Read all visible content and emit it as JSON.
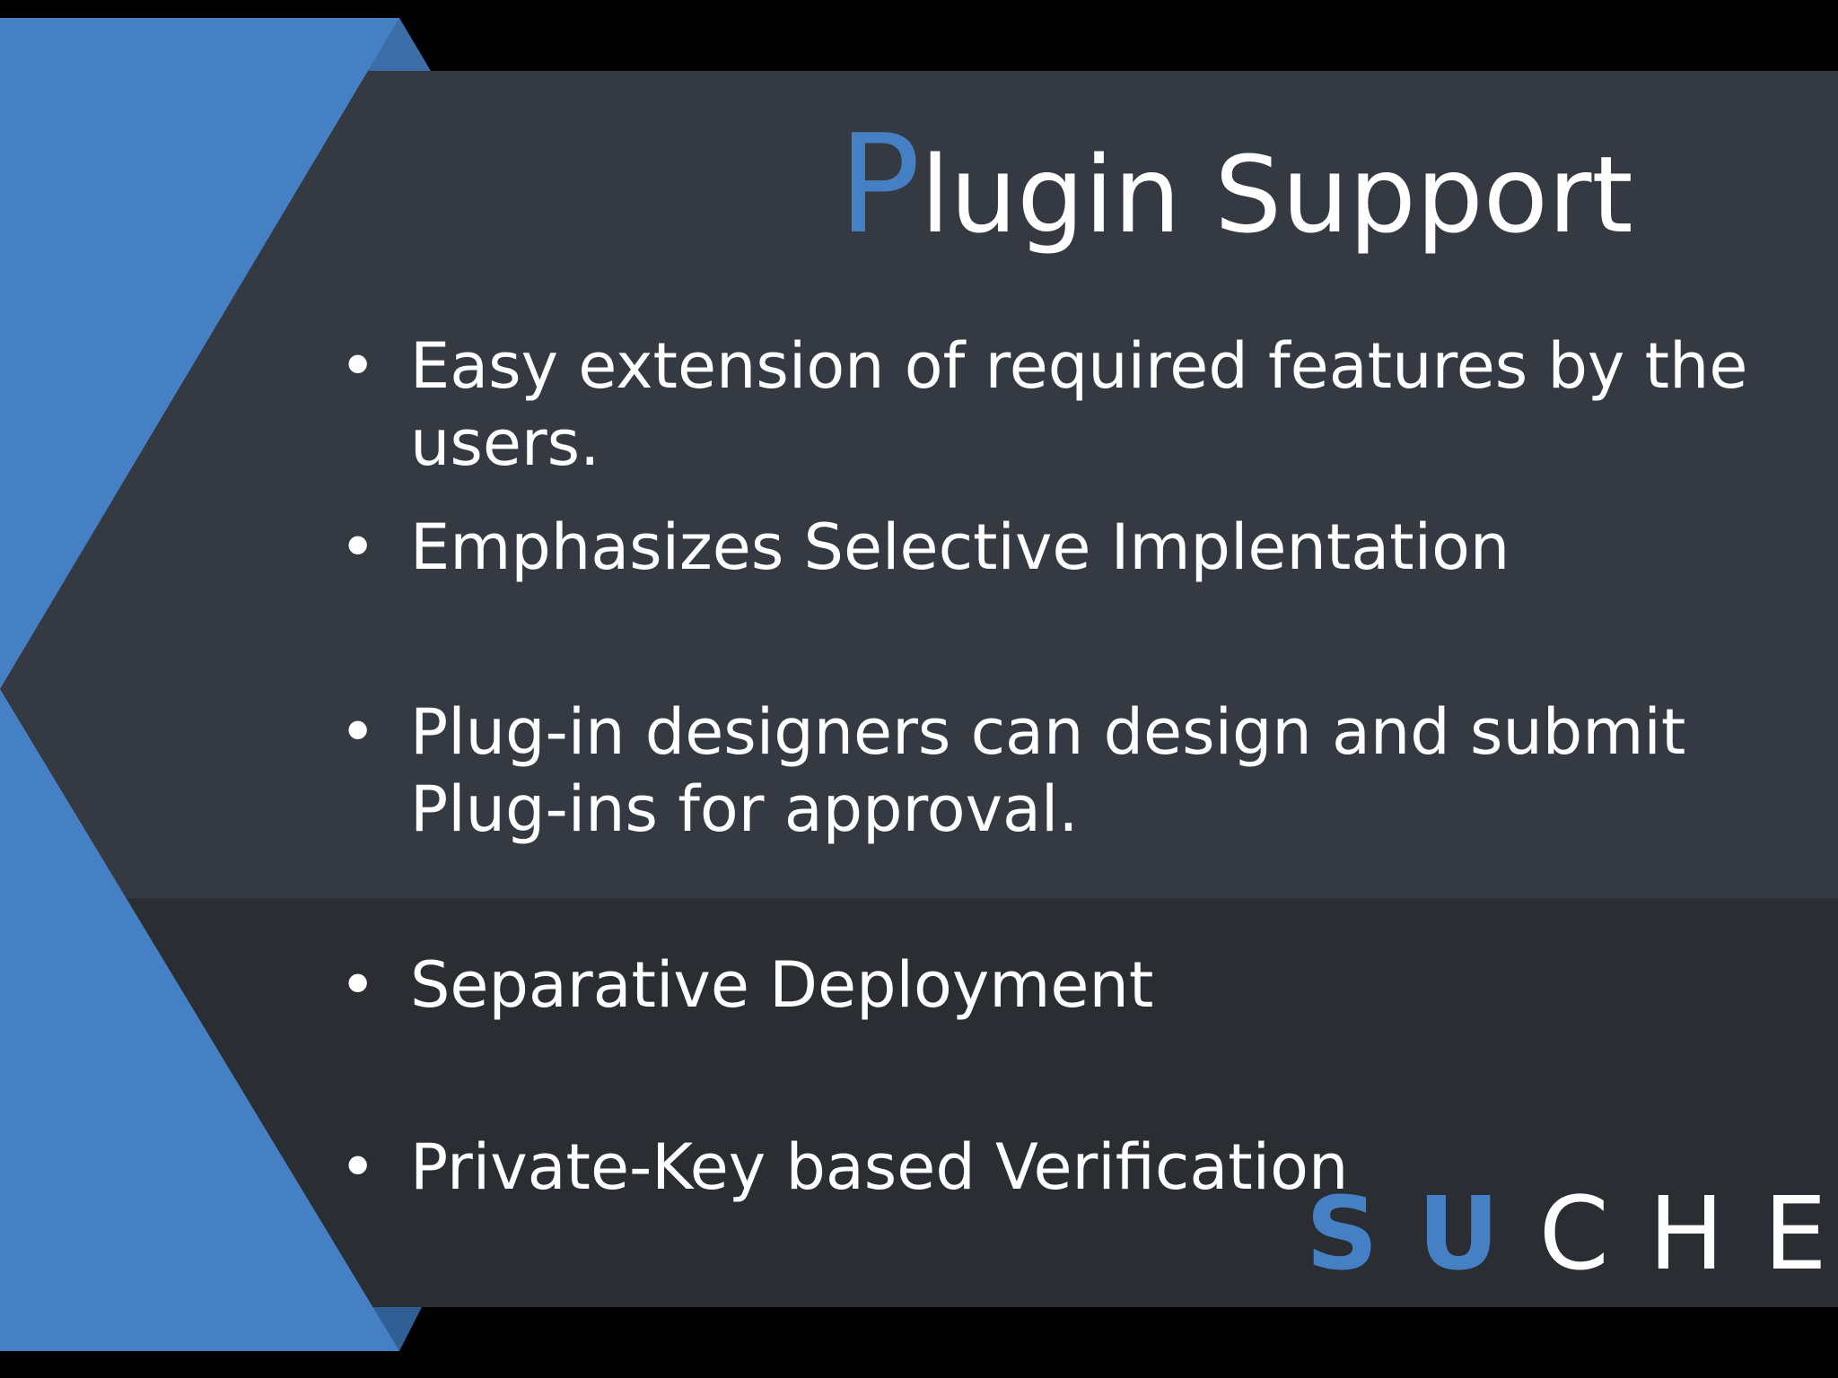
{
  "slide": {
    "title_initial": "P",
    "title_rest": "lugin Support",
    "bullet_symbol": "•",
    "bullets": [
      "Easy extension of required features by the users.",
      "Emphasizes Selective Implentation",
      "Plug-in designers can design and submit Plug-ins for approval.",
      "Separative Deployment",
      "Private-Key based Verification"
    ],
    "logo": {
      "highlight": "SU",
      "rest": "CHE"
    }
  },
  "colors": {
    "accent": "#4680c4",
    "panel_upper": "#353942",
    "panel_lower": "#2a2d32",
    "frame": "#000000",
    "text": "#ffffff"
  }
}
